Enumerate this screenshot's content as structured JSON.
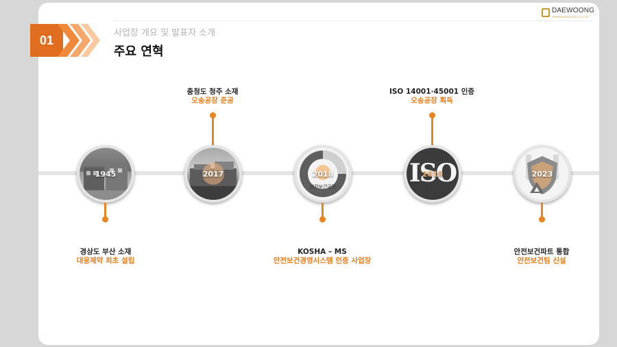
{
  "brand": {
    "name": "DAEWOONG",
    "subtitle": "PHARMACEUTICAL CO.,LTD"
  },
  "section": {
    "number": "01",
    "subtitle": "사업장 개요 및 발표자 소개",
    "title": "주요 연혁"
  },
  "colors": {
    "accent": "#e16e1e",
    "stem": "#e8851c",
    "highlight_text": "#ea7a12"
  },
  "milestones": [
    {
      "year": "1945",
      "line1": "경상도 부산 소재",
      "line2": "대웅제약 최초 설립",
      "position": "below",
      "image": "old-factory-photo"
    },
    {
      "year": "2017",
      "line1": "충청도 청주 소재",
      "line2": "오송공장 준공",
      "position": "above",
      "image": "osong-plant-photo"
    },
    {
      "year": "2018",
      "line1": "KOSHA – MS",
      "line2": "안전보건경영시스템 인증 사업장",
      "position": "below",
      "image": "kosha-logo",
      "badge_text": "안전보건공단"
    },
    {
      "year": "2019",
      "line1": "ISO 14001·45001 인증",
      "line2": "오송공장 획득",
      "position": "above",
      "image": "iso-logo",
      "logo_text": "ISO"
    },
    {
      "year": "2023",
      "line1": "안전보건파트 통합",
      "line2": "안전보건팀 신설",
      "position": "below",
      "image": "safety-shield-icon"
    }
  ]
}
